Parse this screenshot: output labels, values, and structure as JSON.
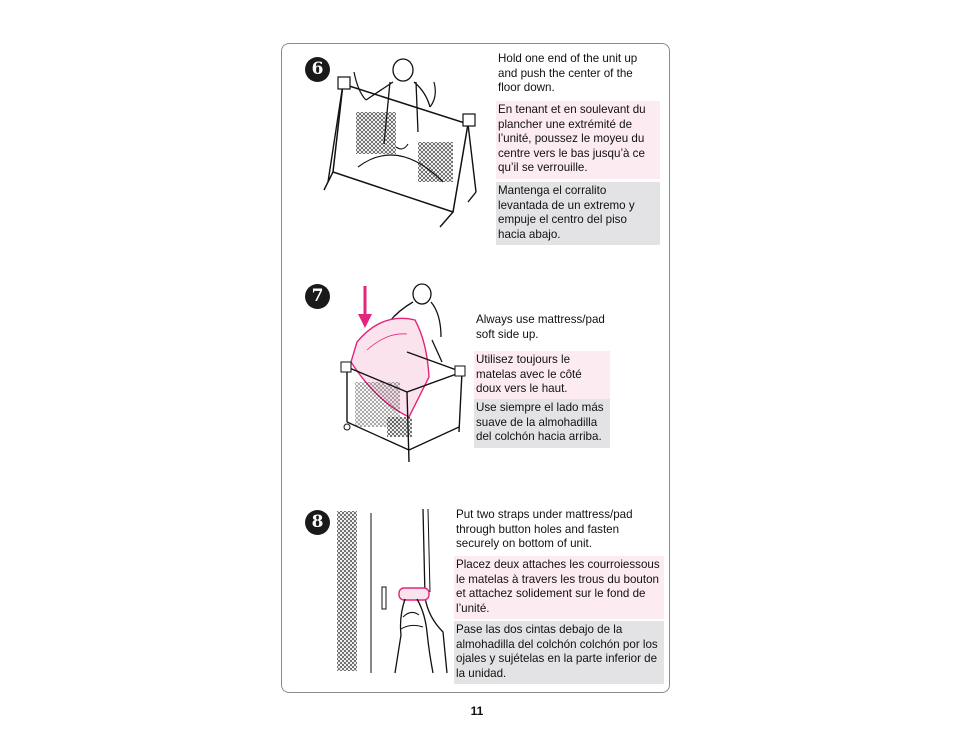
{
  "page_number": "11",
  "steps": [
    {
      "number": "6",
      "en": "Hold one end of the unit up and push the center of the floor down.",
      "fr": "En tenant et en soulevant du plancher une extrémité de l’unité, poussez le moyeu du centre vers le bas jusqu’à ce qu’il se verrouille.",
      "es": "Mantenga el corralito levantada de un extremo y empuje el centro del piso hacia abajo."
    },
    {
      "number": "7",
      "en": "Always use mattress/pad soft side up.",
      "fr": "Utilisez toujours le matelas avec le côté doux vers le haut.",
      "es": "Use siempre el lado más suave de la almohadilla del colchón hacia arriba."
    },
    {
      "number": "8",
      "en": "Put two straps under mattress/pad through button holes and fasten securely on bottom of unit.",
      "fr": "Placez deux attaches les courroiessous le matelas à travers les trous du bouton et attachez solidement sur le fond de l’unité.",
      "es": "Pase las dos cintas debajo de la almohadilla del colchón colchón por los ojales y sujételas en la parte inferior de la unidad."
    }
  ],
  "colors": {
    "accent_pink": "#e2267c",
    "french_bg": "#fcebf1",
    "spanish_bg": "#e3e3e5"
  }
}
